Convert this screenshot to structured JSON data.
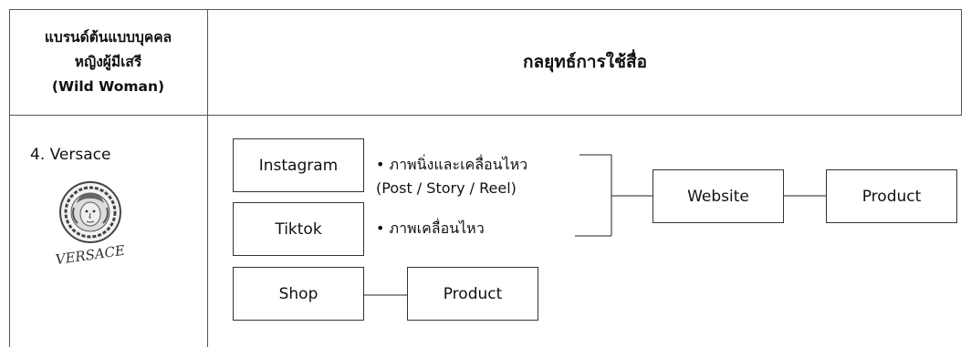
{
  "table": {
    "header_left": [
      "แบรนด์ต้นแบบบุคคล",
      "หญิงผู้มีเสรี",
      "(Wild Woman)"
    ],
    "header_right": "กลยุทธ์การใช้สื่อ"
  },
  "brand": {
    "name": "4. Versace",
    "logo_text": "VERSACE",
    "logo_icon": "medusa-head-logo"
  },
  "diagram": {
    "nodes": {
      "instagram": "Instagram",
      "tiktok": "Tiktok",
      "shop": "Shop",
      "website": "Website",
      "product_main": "Product",
      "product_shop": "Product"
    },
    "labels": {
      "instagram_line1": "• ภาพนิ่งและเคลื่อนไหว",
      "instagram_line2": "(Post / Story / Reel)",
      "tiktok": "• ภาพเคลื่อนไหว"
    }
  }
}
